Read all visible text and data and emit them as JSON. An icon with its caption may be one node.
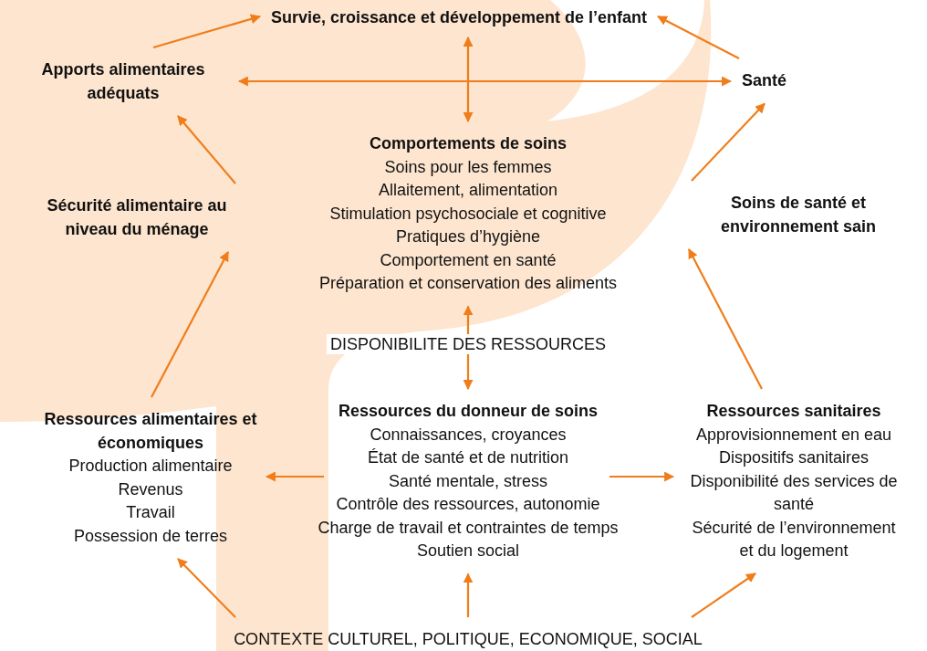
{
  "diagram": {
    "nodes": [
      {
        "text": [
          "Survie, croissance et développement de l’enfant"
        ]
      },
      {
        "text": [
          "Apports alimentaires adéquats"
        ]
      },
      {
        "text": [
          "Santé"
        ]
      },
      {
        "text": [
          "Comportements de soins",
          "Soins pour les femmes",
          "Allaitement, alimentation",
          "Stimulation psychosociale et cognitive",
          "Pratiques d’hygiène",
          "Comportement en santé",
          "Préparation et conservation des aliments"
        ]
      },
      {
        "text": [
          "Sécurité alimentaire au niveau du ménage"
        ]
      },
      {
        "text": [
          "Soins de santé et environnement sain"
        ]
      },
      {
        "text": [
          "Ressources alimentaires et économiques",
          "Production alimentaire",
          "Revenus",
          "Travail",
          "Possession de terres"
        ]
      },
      {
        "text": [
          "Ressources du donneur de soins",
          "Connaissances, croyances",
          "État de santé et de nutrition",
          "Santé mentale, stress",
          "Contrôle des ressources, autonomie",
          "Charge de travail et contraintes de temps",
          "Soutien social"
        ]
      },
      {
        "text": [
          "Ressources sanitaires",
          "Approvisionnement en eau",
          "Dispositifs sanitaires",
          "Disponibilité des services de santé",
          "Sécurité de l’environnement et du logement"
        ]
      },
      {
        "text": [
          "CONTEXTE CULTUREL, POLITIQUE, ECONOMIQUE, SOCIAL"
        ]
      }
    ],
    "edges": [
      {
        "from": 1,
        "to": 0,
        "arrow": "to"
      },
      {
        "from": 2,
        "to": 0,
        "arrow": "to"
      },
      {
        "from": 1,
        "to": 2,
        "arrow": "both"
      },
      {
        "from": 0,
        "to": 3,
        "arrow": "both"
      },
      {
        "from": 4,
        "to": 1,
        "arrow": "to"
      },
      {
        "from": 5,
        "to": 2,
        "arrow": "to"
      },
      {
        "from": 6,
        "to": 4,
        "arrow": "to"
      },
      {
        "from": 8,
        "to": 5,
        "arrow": "to"
      },
      {
        "from": 3,
        "to": 7,
        "arrow": "both",
        "label": "DISPONIBILITE DES RESSOURCES"
      },
      {
        "from": 7,
        "to": 6,
        "arrow": "to"
      },
      {
        "from": 7,
        "to": 8,
        "arrow": "to"
      },
      {
        "from": 9,
        "to": 6,
        "arrow": "to"
      },
      {
        "from": 9,
        "to": 7,
        "arrow": "to"
      },
      {
        "from": 9,
        "to": 8,
        "arrow": "to"
      }
    ]
  }
}
